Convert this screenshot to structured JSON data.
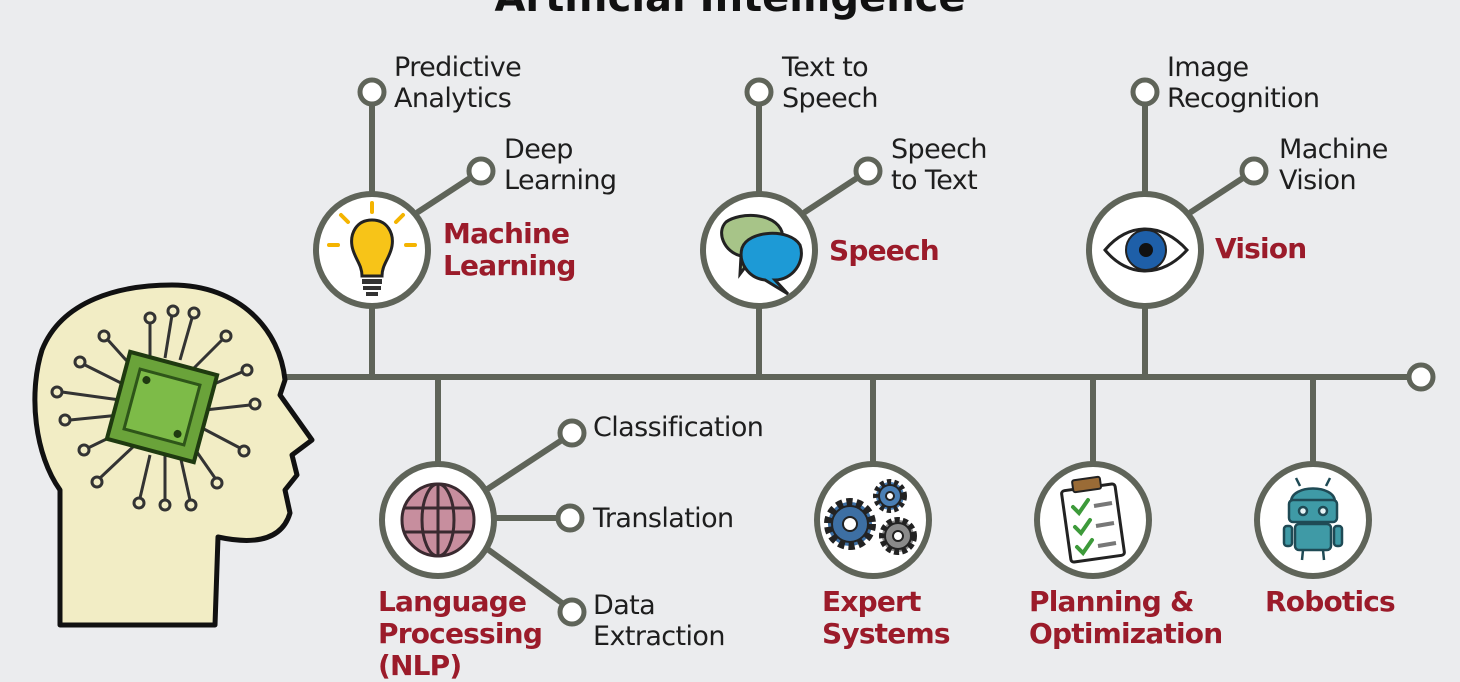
{
  "title": "Artificial Intelligence",
  "colors": {
    "line": "#5f6459",
    "category_text": "#9b1b2a",
    "label_text": "#1e1e1e",
    "background": "#ebecee",
    "head_fill": "#f2edc5",
    "chip_green": "#6aa33a"
  },
  "categories": [
    {
      "id": "machine-learning",
      "icon": "lightbulb-icon",
      "lines": [
        "Machine",
        "Learning"
      ],
      "subs": [
        [
          "Predictive",
          "Analytics"
        ],
        [
          "Deep",
          "Learning"
        ]
      ]
    },
    {
      "id": "speech",
      "icon": "speech-bubbles-icon",
      "lines": [
        "Speech"
      ],
      "subs": [
        [
          "Text to",
          "Speech"
        ],
        [
          "Speech",
          "to Text"
        ]
      ]
    },
    {
      "id": "vision",
      "icon": "eye-icon",
      "lines": [
        "Vision"
      ],
      "subs": [
        [
          "Image",
          "Recognition"
        ],
        [
          "Machine",
          "Vision"
        ]
      ]
    },
    {
      "id": "nlp",
      "icon": "globe-icon",
      "lines": [
        "Language",
        "Processing",
        "(NLP)"
      ],
      "subs": [
        [
          "Classification"
        ],
        [
          "Translation"
        ],
        [
          "Data",
          "Extraction"
        ]
      ]
    },
    {
      "id": "expert-systems",
      "icon": "gears-icon",
      "lines": [
        "Expert",
        "Systems"
      ],
      "subs": []
    },
    {
      "id": "planning",
      "icon": "clipboard-checklist-icon",
      "lines": [
        "Planning &",
        "Optimization"
      ],
      "subs": []
    },
    {
      "id": "robotics",
      "icon": "robot-icon",
      "lines": [
        "Robotics"
      ],
      "subs": []
    }
  ]
}
